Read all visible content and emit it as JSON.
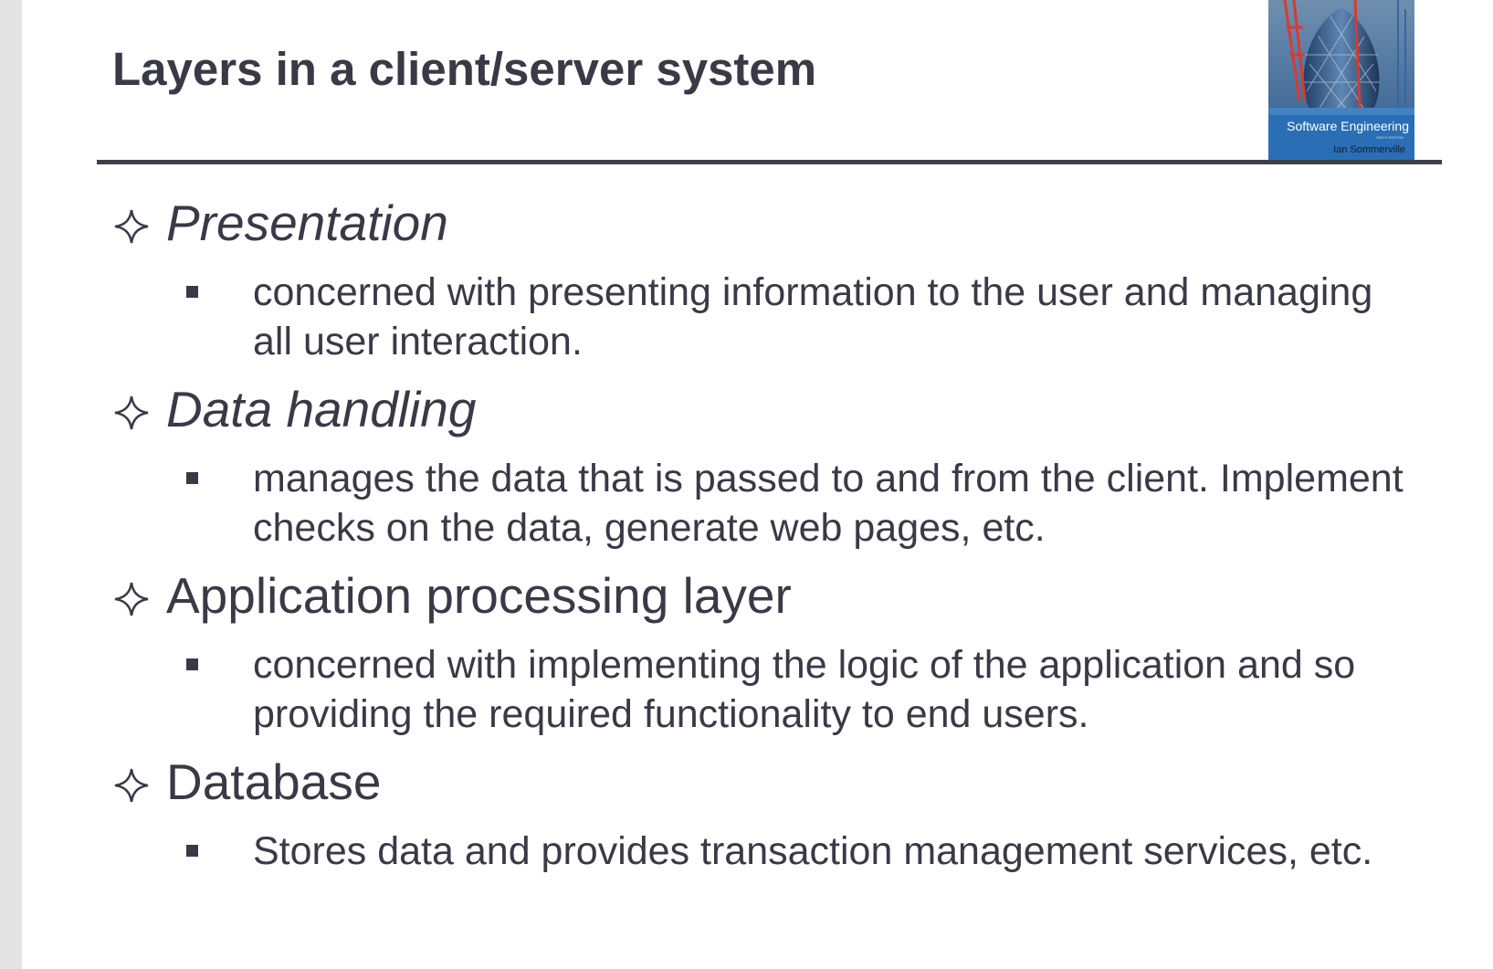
{
  "slide": {
    "title": "Layers in a client/server system",
    "cover": {
      "title": "Software Engineering",
      "edition": "NINTH EDITION",
      "author": "Ian Sommerville",
      "colors": {
        "sky": "#1a4f88",
        "band": "#2a6fb5",
        "crane": "#d83a30"
      }
    },
    "bullets": [
      {
        "heading": "Presentation",
        "italic": true,
        "sub": "concerned with presenting information to the user and managing all user interaction."
      },
      {
        "heading": "Data handling",
        "italic": true,
        "sub": "manages the data that is passed to and from the client. Implement checks on the data, generate web pages, etc."
      },
      {
        "heading": "Application processing layer",
        "italic": false,
        "sub": "concerned with implementing the logic of the application and so providing the required functionality to end users."
      },
      {
        "heading": "Database",
        "italic": false,
        "sub": "Stores data and provides transaction management services, etc."
      }
    ]
  }
}
